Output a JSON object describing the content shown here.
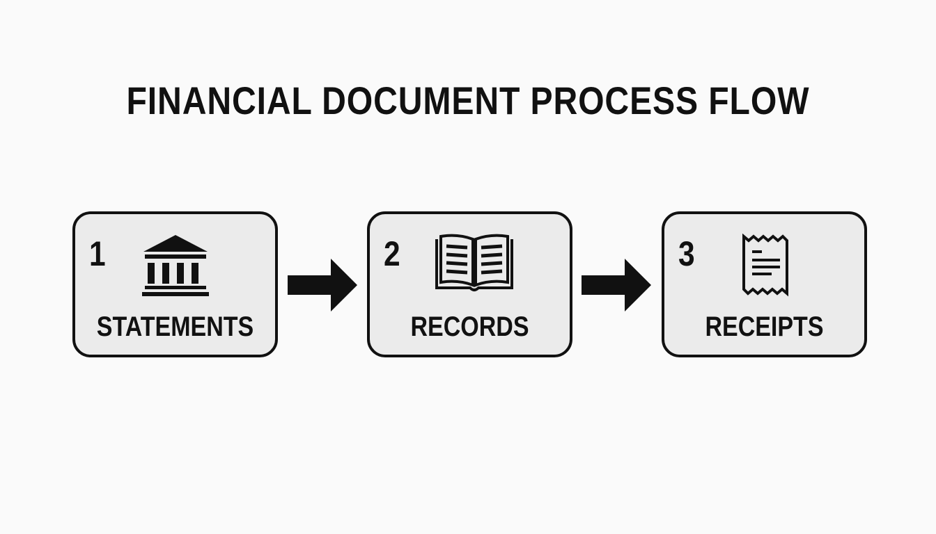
{
  "title": "FINANCIAL DOCUMENT PROCESS FLOW",
  "steps": [
    {
      "number": "1",
      "label": "STATEMENTS",
      "icon": "bank-icon"
    },
    {
      "number": "2",
      "label": "RECORDS",
      "icon": "open-book-icon"
    },
    {
      "number": "3",
      "label": "RECEIPTS",
      "icon": "receipt-icon"
    }
  ]
}
